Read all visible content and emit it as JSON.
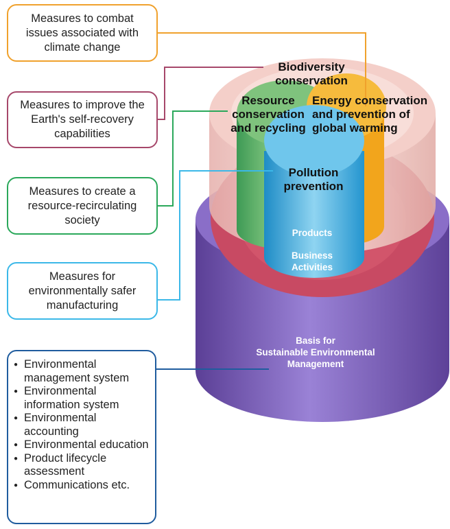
{
  "colors": {
    "climate": "#f0a12c",
    "recovery": "#a6476a",
    "recirculating": "#2aa85a",
    "safer": "#3bb8e8",
    "basis": "#1f5c9e",
    "purple": "#7a5cb8",
    "red": "#c84a63",
    "green": "#57b36a",
    "orange": "#f2a51c",
    "blue": "#2fa5dc",
    "pink": "#f2c9c2"
  },
  "boxes": {
    "climate": "Measures to combat issues associated with climate change",
    "recovery": "Measures to improve the Earth's self-recovery capabilities",
    "recirculating": "Measures to create a resource-recirculating society",
    "safer": "Measures for environmentally safer manufacturing"
  },
  "basis_items": [
    "Environmental management system",
    "Environmental information system",
    "Environmental accounting",
    "Environmental education",
    "Product lifecycle assessment",
    "Communications etc."
  ],
  "labels": {
    "biodiversity": [
      "Biodiversity",
      "conservation"
    ],
    "resource": [
      "Resource",
      "conservation",
      "and recycling"
    ],
    "energy": [
      "Energy conservation",
      "and prevention of",
      "global warming"
    ],
    "pollution": [
      "Pollution",
      "prevention"
    ],
    "products": "Products",
    "business": [
      "Business",
      "Activities"
    ],
    "basis": [
      "Basis for",
      "Sustainable Environmental",
      "Management"
    ]
  }
}
